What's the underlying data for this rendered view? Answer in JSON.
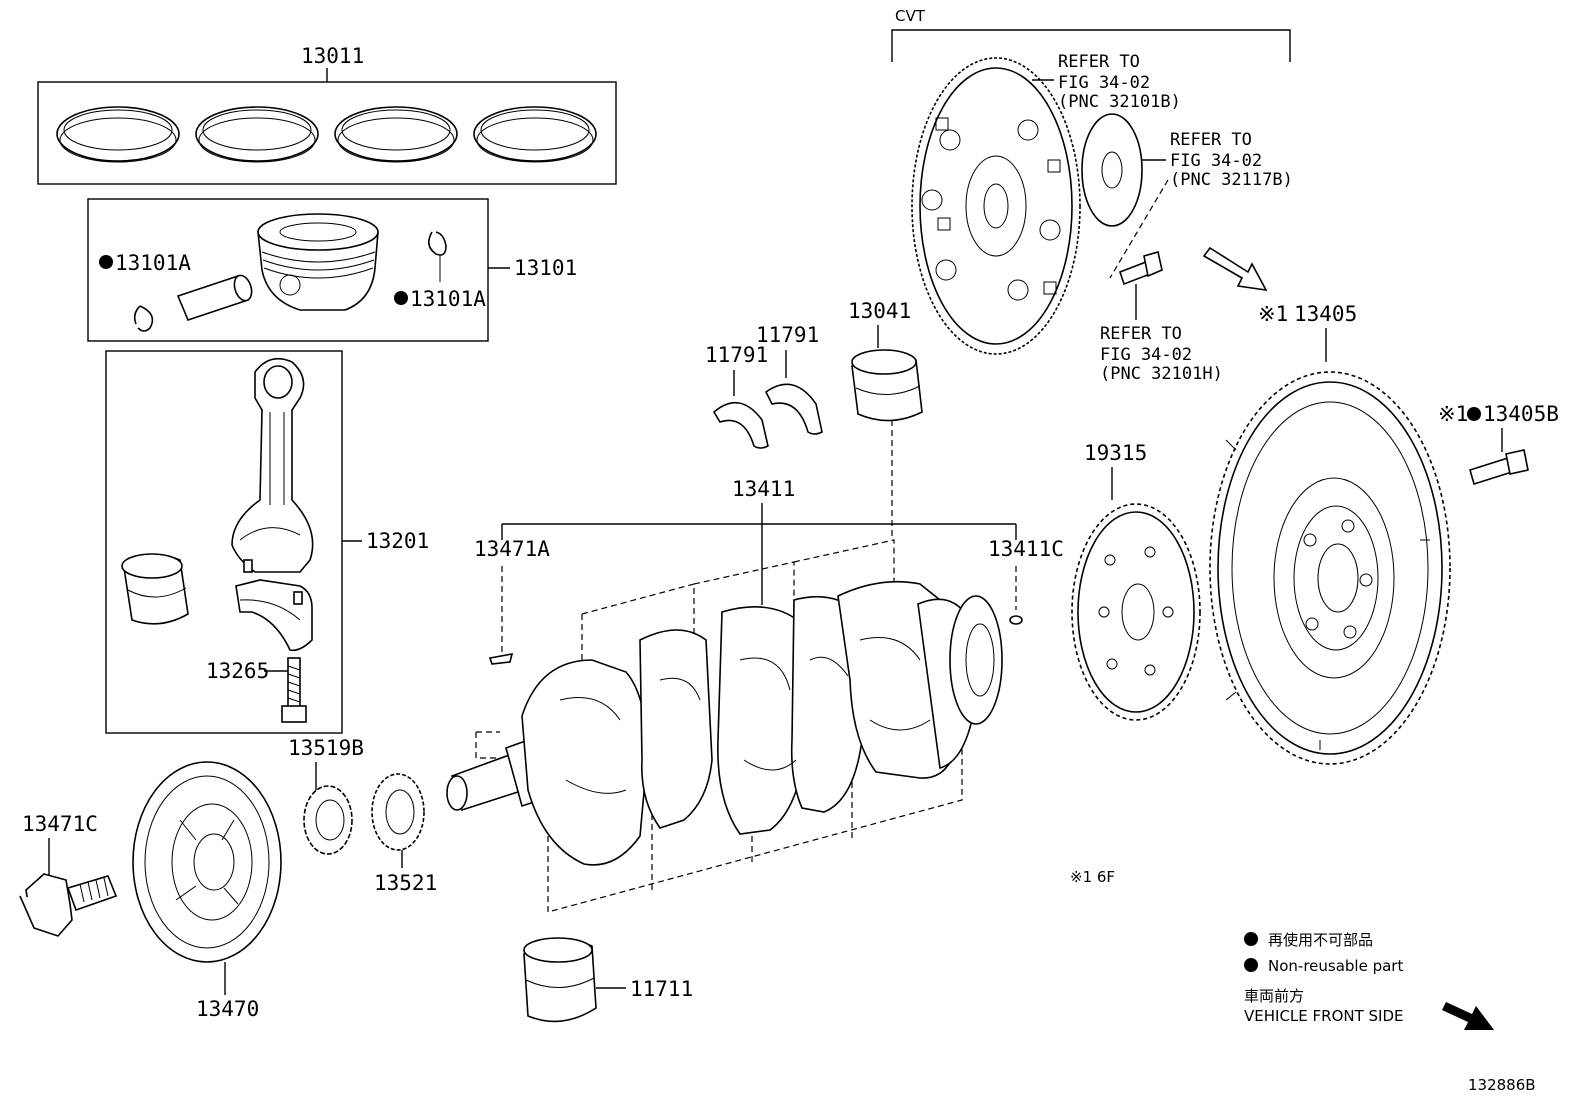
{
  "labels": {
    "p13011": "13011",
    "p13101": "13101",
    "p13101A_left": "13101A",
    "p13101A_right": "13101A",
    "p13201": "13201",
    "p13265": "13265",
    "p13519B": "13519B",
    "p13521": "13521",
    "p13471C": "13471C",
    "p13470": "13470",
    "p11711": "11711",
    "p11791_a": "11791",
    "p11791_b": "11791",
    "p13041": "13041",
    "p13411": "13411",
    "p13471A": "13471A",
    "p13411C": "13411C",
    "p19315": "19315",
    "p13405": "13405",
    "p13405B": "13405B",
    "mark_ref1": "※1",
    "mark_ref2": "※1"
  },
  "refs": {
    "cvt": "CVT",
    "ref1_line1": "REFER TO",
    "ref1_line2": "FIG 34-02",
    "ref1_line3": "(PNC 32101B)",
    "ref2_line1": "REFER TO",
    "ref2_line2": "FIG 34-02",
    "ref2_line3": "(PNC 32117B)",
    "ref3_line1": "REFER TO",
    "ref3_line2": "FIG 34-02",
    "ref3_line3": "(PNC 32101H)"
  },
  "notes": {
    "footnote": "※1  6F",
    "legend_jp": "再使用不可部品",
    "legend_en": "Non-reusable part",
    "front_jp": "車両前方",
    "front_en": "VEHICLE FRONT SIDE",
    "figure_id": "132886B"
  }
}
